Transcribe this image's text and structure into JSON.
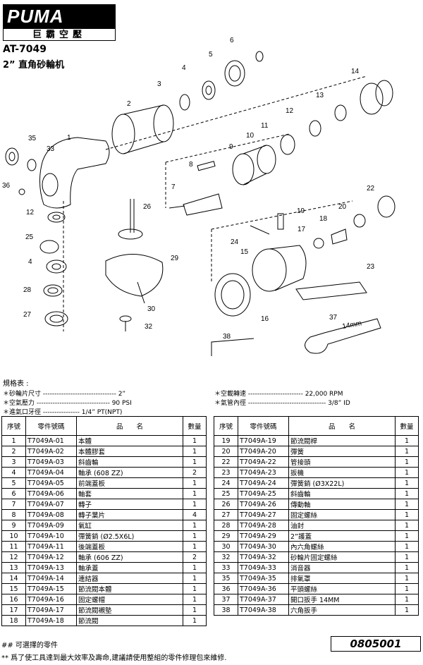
{
  "header": {
    "brand": "PUMA",
    "brand_sub": "巨霸空壓",
    "model": "AT-7049",
    "title": "2” 直角砂輪机"
  },
  "specs": {
    "heading": "規格表 :",
    "items": [
      {
        "label": "砂輪片尺寸",
        "value": "2”"
      },
      {
        "label": "空氣壓力",
        "value": "90 PSI"
      },
      {
        "label": "進氣口牙徑",
        "value": "1/4” PT(NPT)"
      },
      {
        "label": "空載轉速",
        "value": "22,000 RPM"
      },
      {
        "label": "氣管內徑",
        "value": "3/8” ID"
      }
    ]
  },
  "diagram": {
    "callouts": [
      "1",
      "2",
      "3",
      "4",
      "5",
      "6",
      "7",
      "8",
      "9",
      "10",
      "11",
      "12",
      "13",
      "14",
      "15",
      "16",
      "17",
      "18",
      "19",
      "20",
      "22",
      "23",
      "24",
      "25",
      "26",
      "27",
      "28",
      "29",
      "30",
      "32",
      "33",
      "35",
      "36",
      "37",
      "38",
      "12",
      "4"
    ],
    "wrench_text": "14mm"
  },
  "table": {
    "headers": {
      "no": "序號",
      "part_no": "零件號碼",
      "name": "品　　名",
      "qty": "數量"
    },
    "rows": [
      [
        "1",
        "T7049A-01",
        "本體",
        "1"
      ],
      [
        "2",
        "T7049A-02",
        "本體膠套",
        "1"
      ],
      [
        "3",
        "T7049A-03",
        "斜齒輪",
        "1"
      ],
      [
        "4",
        "T7049A-04",
        "軸承 (608 ZZ)",
        "2"
      ],
      [
        "5",
        "T7049A-05",
        "前端蓋板",
        "1"
      ],
      [
        "6",
        "T7049A-06",
        "軸套",
        "1"
      ],
      [
        "7",
        "T7049A-07",
        "轉子",
        "1"
      ],
      [
        "8",
        "T7049A-08",
        "轉子葉片",
        "4"
      ],
      [
        "9",
        "T7049A-09",
        "氣缸",
        "1"
      ],
      [
        "10",
        "T7049A-10",
        "彈簧銷 (Ø2.5X6L)",
        "1"
      ],
      [
        "11",
        "T7049A-11",
        "後端蓋板",
        "1"
      ],
      [
        "12",
        "T7049A-12",
        "軸承 (606 ZZ)",
        "2"
      ],
      [
        "13",
        "T7049A-13",
        "軸承蓋",
        "1"
      ],
      [
        "14",
        "T7049A-14",
        "連結器",
        "1"
      ],
      [
        "15",
        "T7049A-15",
        "節流閥本體",
        "1"
      ],
      [
        "16",
        "T7049A-16",
        "固定螺帽",
        "1"
      ],
      [
        "17",
        "T7049A-17",
        "節流閥襯墊",
        "1"
      ],
      [
        "18",
        "T7049A-18",
        "節流閥",
        "1"
      ],
      [
        "19",
        "T7049A-19",
        "節流閥桿",
        "1"
      ],
      [
        "20",
        "T7049A-20",
        "彈簧",
        "1"
      ],
      [
        "22",
        "T7049A-22",
        "管接頭",
        "1"
      ],
      [
        "23",
        "T7049A-23",
        "扳機",
        "1"
      ],
      [
        "24",
        "T7049A-24",
        "彈簧銷 (Ø3X22L)",
        "1"
      ],
      [
        "25",
        "T7049A-25",
        "斜齒輪",
        "1"
      ],
      [
        "26",
        "T7049A-26",
        "傳動軸",
        "1"
      ],
      [
        "27",
        "T7049A-27",
        "固定螺絲",
        "1"
      ],
      [
        "28",
        "T7049A-28",
        "油封",
        "1"
      ],
      [
        "29",
        "T7049A-29",
        "2”護蓋",
        "1"
      ],
      [
        "30",
        "T7049A-30",
        "內六角螺絲",
        "1"
      ],
      [
        "32",
        "T7049A-32",
        "砂輪片固定螺絲",
        "1"
      ],
      [
        "33",
        "T7049A-33",
        "消音器",
        "1"
      ],
      [
        "35",
        "T7049A-35",
        "排氣罩",
        "1"
      ],
      [
        "36",
        "T7049A-36",
        "平頭螺絲",
        "1"
      ],
      [
        "37",
        "T7049A-37",
        "開口扳手 14MM",
        "1"
      ],
      [
        "38",
        "T7049A-38",
        "六角扳手",
        "1"
      ]
    ]
  },
  "footer": {
    "optional_note": "## 可選擇的零件",
    "advice_note": "** 爲了使工具達到最大效率及壽命,建議請使用整組的零件修理包來維修.",
    "doc_number": "0805001"
  }
}
